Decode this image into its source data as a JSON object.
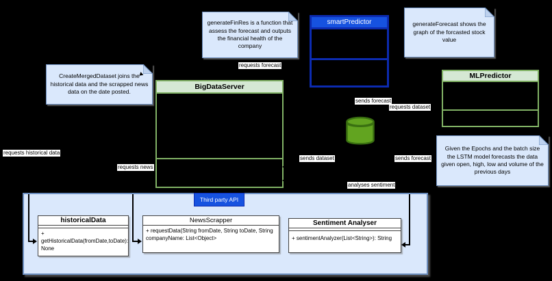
{
  "diagram": {
    "notes": [
      {
        "text": "generateFinRes is a function that assess the forecast and outputs the financial health of the company"
      },
      {
        "text": "generateForecast shows the graph of the forcasted stock value"
      },
      {
        "text": "CreateMergedDataset joins the historical data and the scrapped news data on the date posted."
      },
      {
        "text": "Given the Epochs and the batch size the LSTM model forecasts the data given open, high, low and volume of the previous days"
      }
    ],
    "classes": {
      "smartPredictor": {
        "title": "smartPredictor"
      },
      "bigDataServer": {
        "title": "BigDataServer"
      },
      "mlPredictor": {
        "title": "MLPredictor"
      }
    },
    "third_party": {
      "tab_label": "Third party API",
      "historicalData": {
        "title": "historicalData",
        "methods": "+\ngetHistoricalData(fromDate,toDate):\nNone"
      },
      "newsScrapper": {
        "title": "NewsScrapper",
        "methods": "+ requestData(String fromDate, String toDate, String companyName: List<Object>"
      },
      "sentimentAnalyser": {
        "title": "Sentiment Analyser",
        "methods": "+ sentimentAnalyzer(List<String>): String"
      }
    },
    "edge_labels": {
      "requests_forecast": "requests forecast",
      "sends_forecast_top": "sends forecast",
      "requests_dataset": "requests dataset",
      "sends_dataset": "sends dataset",
      "sends_forecast_right": "sends forecast",
      "analyses_sentiment": "analyses sentiment",
      "requests_news": "requests news",
      "requests_historical_data": "requests historical data"
    },
    "colors": {
      "background": "#000000",
      "note_fill": "#dae8fc",
      "note_border": "#6c8ebf",
      "green_fill": "#d5e8d4",
      "green_border": "#82b366",
      "blue_fill": "#1652e0",
      "blue_border": "#0c2bb0",
      "cylinder_fill": "#62a420",
      "cylinder_border": "#3a7011"
    }
  }
}
